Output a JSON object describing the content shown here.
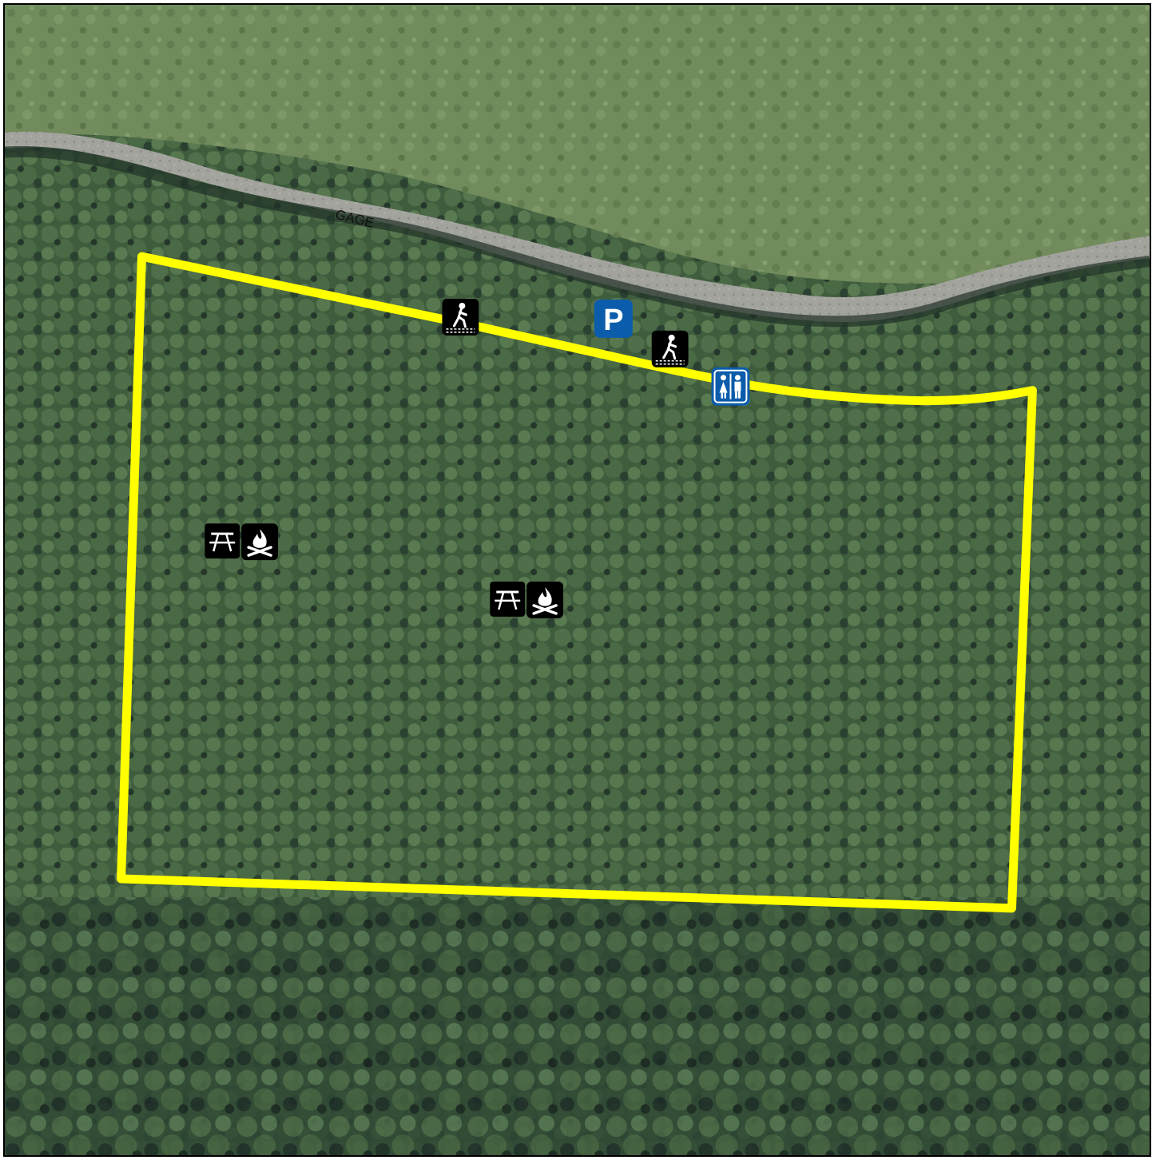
{
  "map": {
    "road_label": "GAGE",
    "colors": {
      "boundary": "#ffff00",
      "forest": "#3d5a3a",
      "grass": "#6f8a5a",
      "road": "#9f9f9a",
      "icon_dark": "#000000",
      "icon_blue": "#0b5cab"
    },
    "icons": [
      {
        "type": "hiking-trail",
        "icon": "hiker-icon"
      },
      {
        "type": "parking",
        "icon": "parking-icon",
        "text": "P"
      },
      {
        "type": "hiking-trail",
        "icon": "hiker-icon"
      },
      {
        "type": "restroom",
        "icon": "restroom-icon"
      },
      {
        "type": "picnic-area",
        "icon": "picnic-table-icon"
      },
      {
        "type": "campfire",
        "icon": "campfire-icon"
      },
      {
        "type": "picnic-area",
        "icon": "picnic-table-icon"
      },
      {
        "type": "campfire",
        "icon": "campfire-icon"
      }
    ]
  }
}
